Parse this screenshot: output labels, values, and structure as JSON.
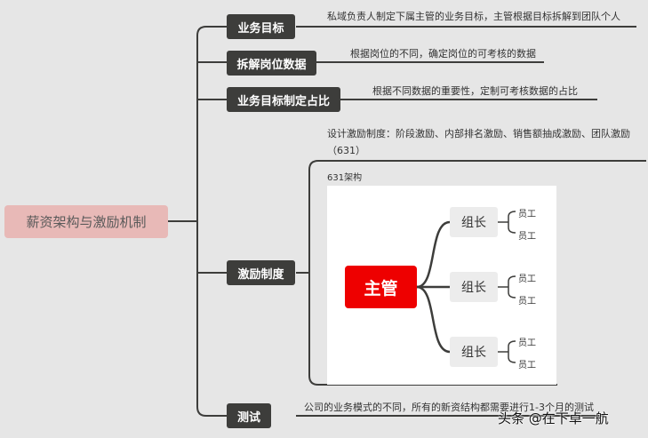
{
  "root": {
    "label": "薪资架构与激励机制"
  },
  "branches": [
    {
      "label": "业务目标",
      "note": "私域负责人制定下属主管的业务目标，主管根据目标拆解到团队个人"
    },
    {
      "label": "拆解岗位数据",
      "note": "根据岗位的不同，确定岗位的可考核的数据"
    },
    {
      "label": "业务目标制定占比",
      "note": "根据不同数据的重要性，定制可考核数据的占比"
    },
    {
      "label": "激励制度",
      "note_line1": "设计激励制度：阶段激励、内部排名激励、销售额抽成激励、团队激励",
      "note_line2": "（631）"
    },
    {
      "label": "测试",
      "note": "公司的业务模式的不同，所有的新资结构都需要进行1-3个月的测试"
    }
  ],
  "org_chart": {
    "caption": "631架构",
    "top": "主管",
    "leaders": [
      {
        "label": "组长",
        "staff": [
          "员工",
          "员工"
        ]
      },
      {
        "label": "组长",
        "staff": [
          "员工",
          "员工"
        ]
      },
      {
        "label": "组长",
        "staff": [
          "员工",
          "员工"
        ]
      }
    ]
  },
  "watermark": "头条 @在下卓一航",
  "colors": {
    "branch_bg": "#3d3d3b",
    "root_bg": "#e8b9b7",
    "boss_bg": "#ee0000",
    "line": "#3d3d3b"
  }
}
